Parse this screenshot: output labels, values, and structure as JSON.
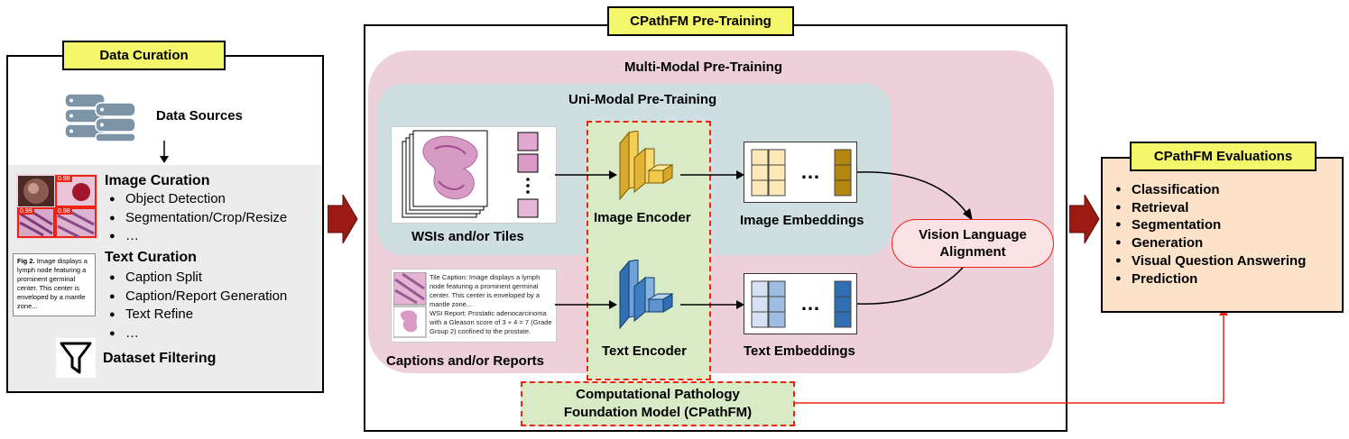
{
  "data_curation": {
    "title": "Data Curation",
    "data_sources": "Data Sources",
    "image_curation": {
      "title": "Image Curation",
      "items": [
        "Object Detection",
        "Segmentation/Crop/Resize",
        "…"
      ],
      "scores": [
        "0.98",
        "0.99",
        "0.98"
      ]
    },
    "text_curation": {
      "title": "Text Curation",
      "fig_label": "Fig 2.",
      "fig_text": "Image displays a lymph node featuring a prominent germinal center. This center is enveloped by a mantle zone...",
      "items": [
        "Caption Split",
        "Caption/Report Generation",
        "Text Refine",
        "…"
      ]
    },
    "dataset_filtering": "Dataset Filtering"
  },
  "pretraining": {
    "title": "CPathFM Pre-Training",
    "multi_modal": "Multi-Modal Pre-Training",
    "uni_modal": "Uni-Modal Pre-Training",
    "wsis_label": "WSIs and/or Tiles",
    "image_encoder": "Image Encoder",
    "image_embeddings": "Image Embeddings",
    "text_encoder": "Text Encoder",
    "text_embeddings": "Text Embeddings",
    "captions_label": "Captions and/or Reports",
    "tile_caption": "Tile Caption: Image displays a lymph node featuring a prominent germinal center. This center is enveloped by a mantle zone...",
    "wsi_report": "WSI Report: Prostatic adenocarcinoma with a Gleason score of 3 + 4 = 7 (Grade Group 2) confined to the prostate.",
    "alignment": "Vision Language Alignment",
    "foundation_model": "Computational Pathology Foundation Model (CPathFM)",
    "dots": "…",
    "colors": {
      "image_cell": "#fde9b8",
      "image_last": "#b5860d",
      "text_cell": "#d6e2f3",
      "text_light": "#9fbde3",
      "text_last": "#2f6fb3"
    }
  },
  "evaluations": {
    "title": "CPathFM Evaluations",
    "items": [
      "Classification",
      "Retrieval",
      "Segmentation",
      "Generation",
      "Visual Question Answering",
      "Prediction"
    ]
  }
}
